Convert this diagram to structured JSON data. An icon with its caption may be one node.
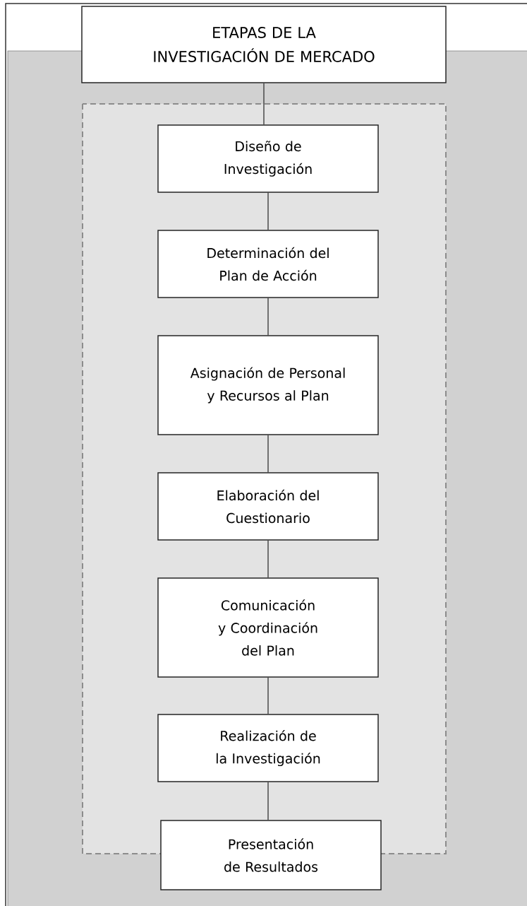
{
  "diagram": {
    "nodes": [
      {
        "text": [
          "ETAPAS DE LA INVESTIGACIÓN DE MERCADO"
        ]
      },
      {
        "text": [
          "Diseño de Investigación"
        ]
      },
      {
        "text": [
          "Determinación del Plan de Acción"
        ]
      },
      {
        "text": [
          "Asignación de Personal y Recursos al Plan"
        ]
      },
      {
        "text": [
          "Elaboración del Cuestionario"
        ]
      },
      {
        "text": [
          "Comunicación y Coordinación del Plan"
        ]
      },
      {
        "text": [
          "Realización de la Investigación"
        ]
      },
      {
        "text": [
          "Presentación de Resultados"
        ]
      }
    ],
    "edges": [
      {
        "from": 0,
        "to": 1,
        "arrow": "none"
      },
      {
        "from": 1,
        "to": 2,
        "arrow": "none"
      },
      {
        "from": 2,
        "to": 3,
        "arrow": "none"
      },
      {
        "from": 3,
        "to": 4,
        "arrow": "none"
      },
      {
        "from": 4,
        "to": 5,
        "arrow": "none"
      },
      {
        "from": 5,
        "to": 6,
        "arrow": "none"
      },
      {
        "from": 6,
        "to": 7,
        "arrow": "none"
      }
    ]
  }
}
